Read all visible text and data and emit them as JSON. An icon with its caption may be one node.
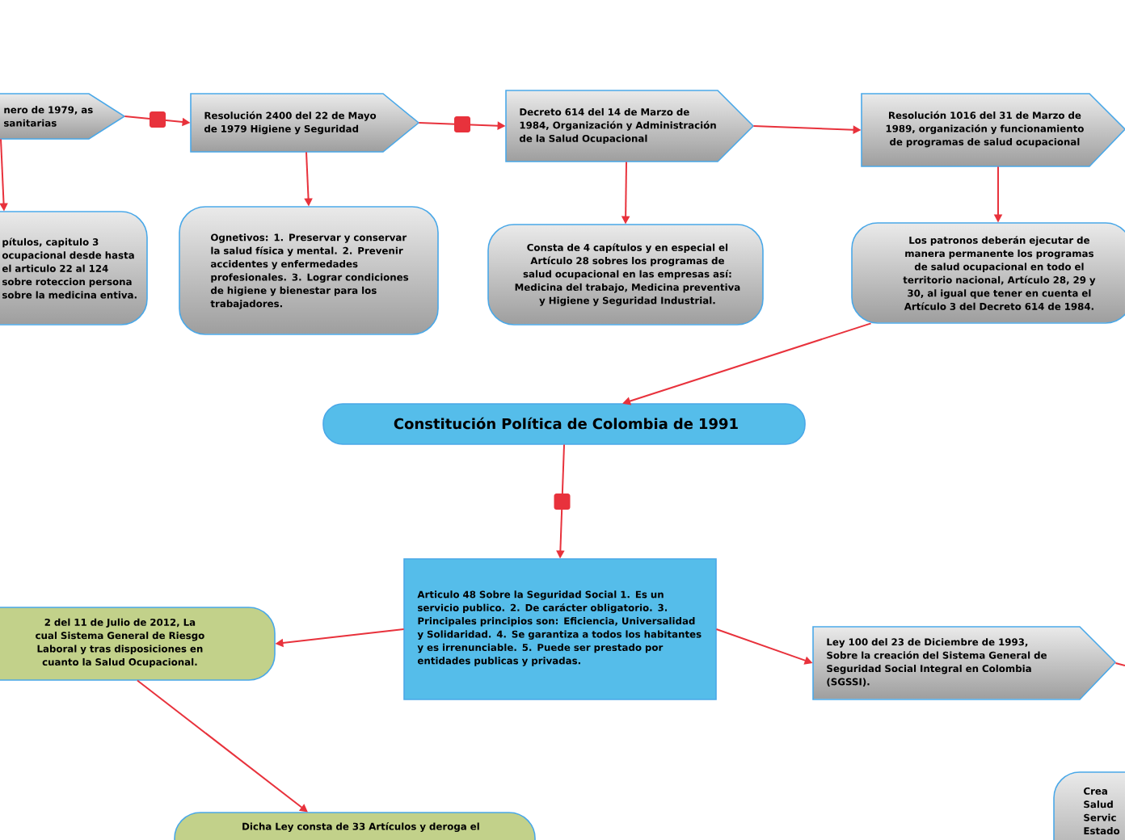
{
  "diagram": {
    "nodes": [
      {
        "text": [
          "nero de 1979, as sanitarias"
        ]
      },
      {
        "text": [
          "pítulos, capitulo 3 ocupacional desde hasta el articulo 22 al 124 sobre roteccion persona sobre la medicina entiva."
        ]
      },
      {
        "text": [
          "Resolución 2400 del 22 de Mayo de 1979 Higiene y Seguridad"
        ]
      },
      {
        "text": [
          "Ognetivos: 1. Preservar y conservar la salud física y mental. 2. Prevenir accidentes y enfermedades profesionales. 3. Lograr condiciones de higiene y bienestar para los trabajadores."
        ]
      },
      {
        "text": [
          "Decreto 614 del 14 de Marzo de 1984, Organización y Administración de la Salud Ocupacional"
        ]
      },
      {
        "text": [
          "Consta de 4 capítulos y en especial el Artículo 28 sobres los programas de salud ocupacional en las empresas así: Medicina del trabajo, Medicina preventiva y Higiene y Seguridad Industrial."
        ]
      },
      {
        "text": [
          "Resolución 1016 del 31 de Marzo de 1989, organización y funcionamiento de programas de salud ocupacional"
        ]
      },
      {
        "text": [
          "Los patronos deberán ejecutar de manera permanente los programas de salud ocupacional en todo el territorio nacional, Artículo 28, 29 y 30, al igual que tener en cuenta el Artículo 3 del Decreto 614 de 1984."
        ]
      },
      {
        "text": [
          "Constitución Política de Colombia de 1991"
        ]
      },
      {
        "text": [
          "Articulo 48 Sobre la Seguridad Social 1. Es un servicio publico. 2. De carácter obligatorio. 3. Principales principios son: Eficiencia, Universalidad y Solidaridad. 4. Se garantiza a todos los habitantes y es irrenunciable. 5. Puede ser prestado por entidades publicas y privadas."
        ]
      },
      {
        "text": [
          "2 del 11 de Julio de 2012, La cual Sistema General de Riesgo Laboral y tras disposiciones en cuanto la Salud Ocupacional."
        ]
      },
      {
        "text": [
          "Dicha Ley consta de 33 Artículos y deroga el"
        ]
      },
      {
        "text": [
          "Ley 100 del 23 de Diciembre de 1993, Sobre la creación del Sistema General de Seguridad Social Integral en Colombia (SGSSI)."
        ]
      },
      {
        "text": [
          "Crea Salud Servic Estado"
        ]
      }
    ],
    "edges": [
      {
        "from": 0,
        "to": 2,
        "arrow": "to"
      },
      {
        "from": 0,
        "to": 1,
        "arrow": "to"
      },
      {
        "from": 2,
        "to": 4,
        "arrow": "to"
      },
      {
        "from": 2,
        "to": 3,
        "arrow": "to"
      },
      {
        "from": 4,
        "to": 6,
        "arrow": "to"
      },
      {
        "from": 4,
        "to": 5,
        "arrow": "to"
      },
      {
        "from": 6,
        "to": 7,
        "arrow": "to"
      },
      {
        "from": 7,
        "to": 8,
        "arrow": "to"
      },
      {
        "from": 8,
        "to": 9,
        "arrow": "to"
      },
      {
        "from": 9,
        "to": 10,
        "arrow": "to"
      },
      {
        "from": 10,
        "to": 11,
        "arrow": "to"
      },
      {
        "from": 9,
        "to": 12,
        "arrow": "to"
      },
      {
        "from": 12,
        "to": null,
        "arrow": "none"
      }
    ]
  }
}
